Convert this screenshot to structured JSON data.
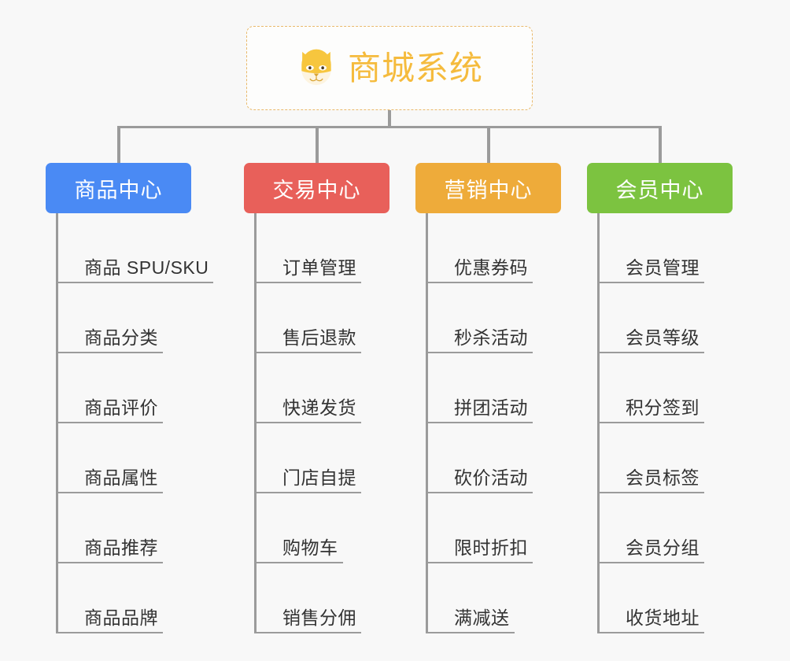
{
  "root": {
    "title": "商城系统",
    "icon": "shiba-dog-icon",
    "border_color": "#e9b96b",
    "text_color": "#f5bb3d",
    "background": "#fdfdfc"
  },
  "canvas": {
    "background": "#f8f8f8",
    "connector_color": "#9b9b9b"
  },
  "columns": [
    {
      "header": "商品中心",
      "color": "#4a8af4",
      "items": [
        "商品 SPU/SKU",
        "商品分类",
        "商品评价",
        "商品属性",
        "商品推荐",
        "商品品牌"
      ]
    },
    {
      "header": "交易中心",
      "color": "#e8605a",
      "items": [
        "订单管理",
        "售后退款",
        "快递发货",
        "门店自提",
        "购物车",
        "销售分佣"
      ]
    },
    {
      "header": "营销中心",
      "color": "#eeab3a",
      "items": [
        "优惠券码",
        "秒杀活动",
        "拼团活动",
        "砍价活动",
        "限时折扣",
        "满减送"
      ]
    },
    {
      "header": "会员中心",
      "color": "#7cc340",
      "items": [
        "会员管理",
        "会员等级",
        "积分签到",
        "会员标签",
        "会员分组",
        "收货地址"
      ]
    }
  ]
}
